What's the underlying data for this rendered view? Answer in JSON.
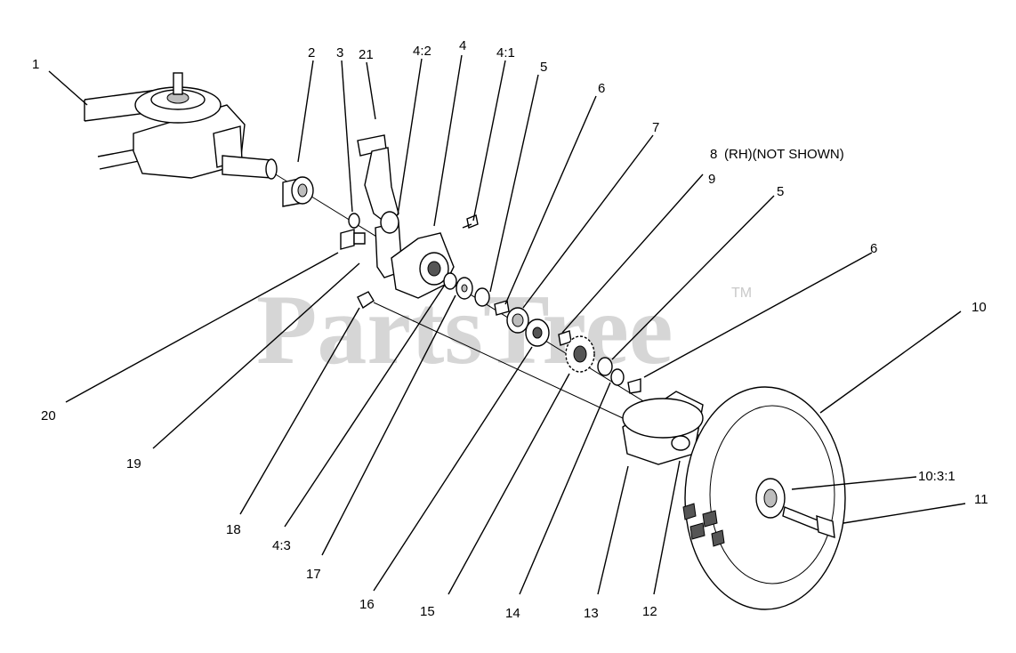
{
  "watermark": {
    "text": "PartsTree",
    "tm": "TM"
  },
  "note": "(RH)(NOT SHOWN)",
  "callouts": [
    {
      "id": "c1",
      "text": "1"
    },
    {
      "id": "c2",
      "text": "2"
    },
    {
      "id": "c3",
      "text": "3"
    },
    {
      "id": "c21",
      "text": "21"
    },
    {
      "id": "c42",
      "text": "4:2"
    },
    {
      "id": "c4",
      "text": "4"
    },
    {
      "id": "c41",
      "text": "4:1"
    },
    {
      "id": "c5a",
      "text": "5"
    },
    {
      "id": "c6a",
      "text": "6"
    },
    {
      "id": "c7",
      "text": "7"
    },
    {
      "id": "c8",
      "text": "8"
    },
    {
      "id": "c9",
      "text": "9"
    },
    {
      "id": "c5b",
      "text": "5"
    },
    {
      "id": "c6b",
      "text": "6"
    },
    {
      "id": "c10",
      "text": "10"
    },
    {
      "id": "c1031",
      "text": "10:3:1"
    },
    {
      "id": "c11",
      "text": "11"
    },
    {
      "id": "c12",
      "text": "12"
    },
    {
      "id": "c13",
      "text": "13"
    },
    {
      "id": "c14",
      "text": "14"
    },
    {
      "id": "c15",
      "text": "15"
    },
    {
      "id": "c16",
      "text": "16"
    },
    {
      "id": "c17",
      "text": "17"
    },
    {
      "id": "c43",
      "text": "4:3"
    },
    {
      "id": "c18",
      "text": "18"
    },
    {
      "id": "c19",
      "text": "19"
    },
    {
      "id": "c20",
      "text": "20"
    }
  ]
}
